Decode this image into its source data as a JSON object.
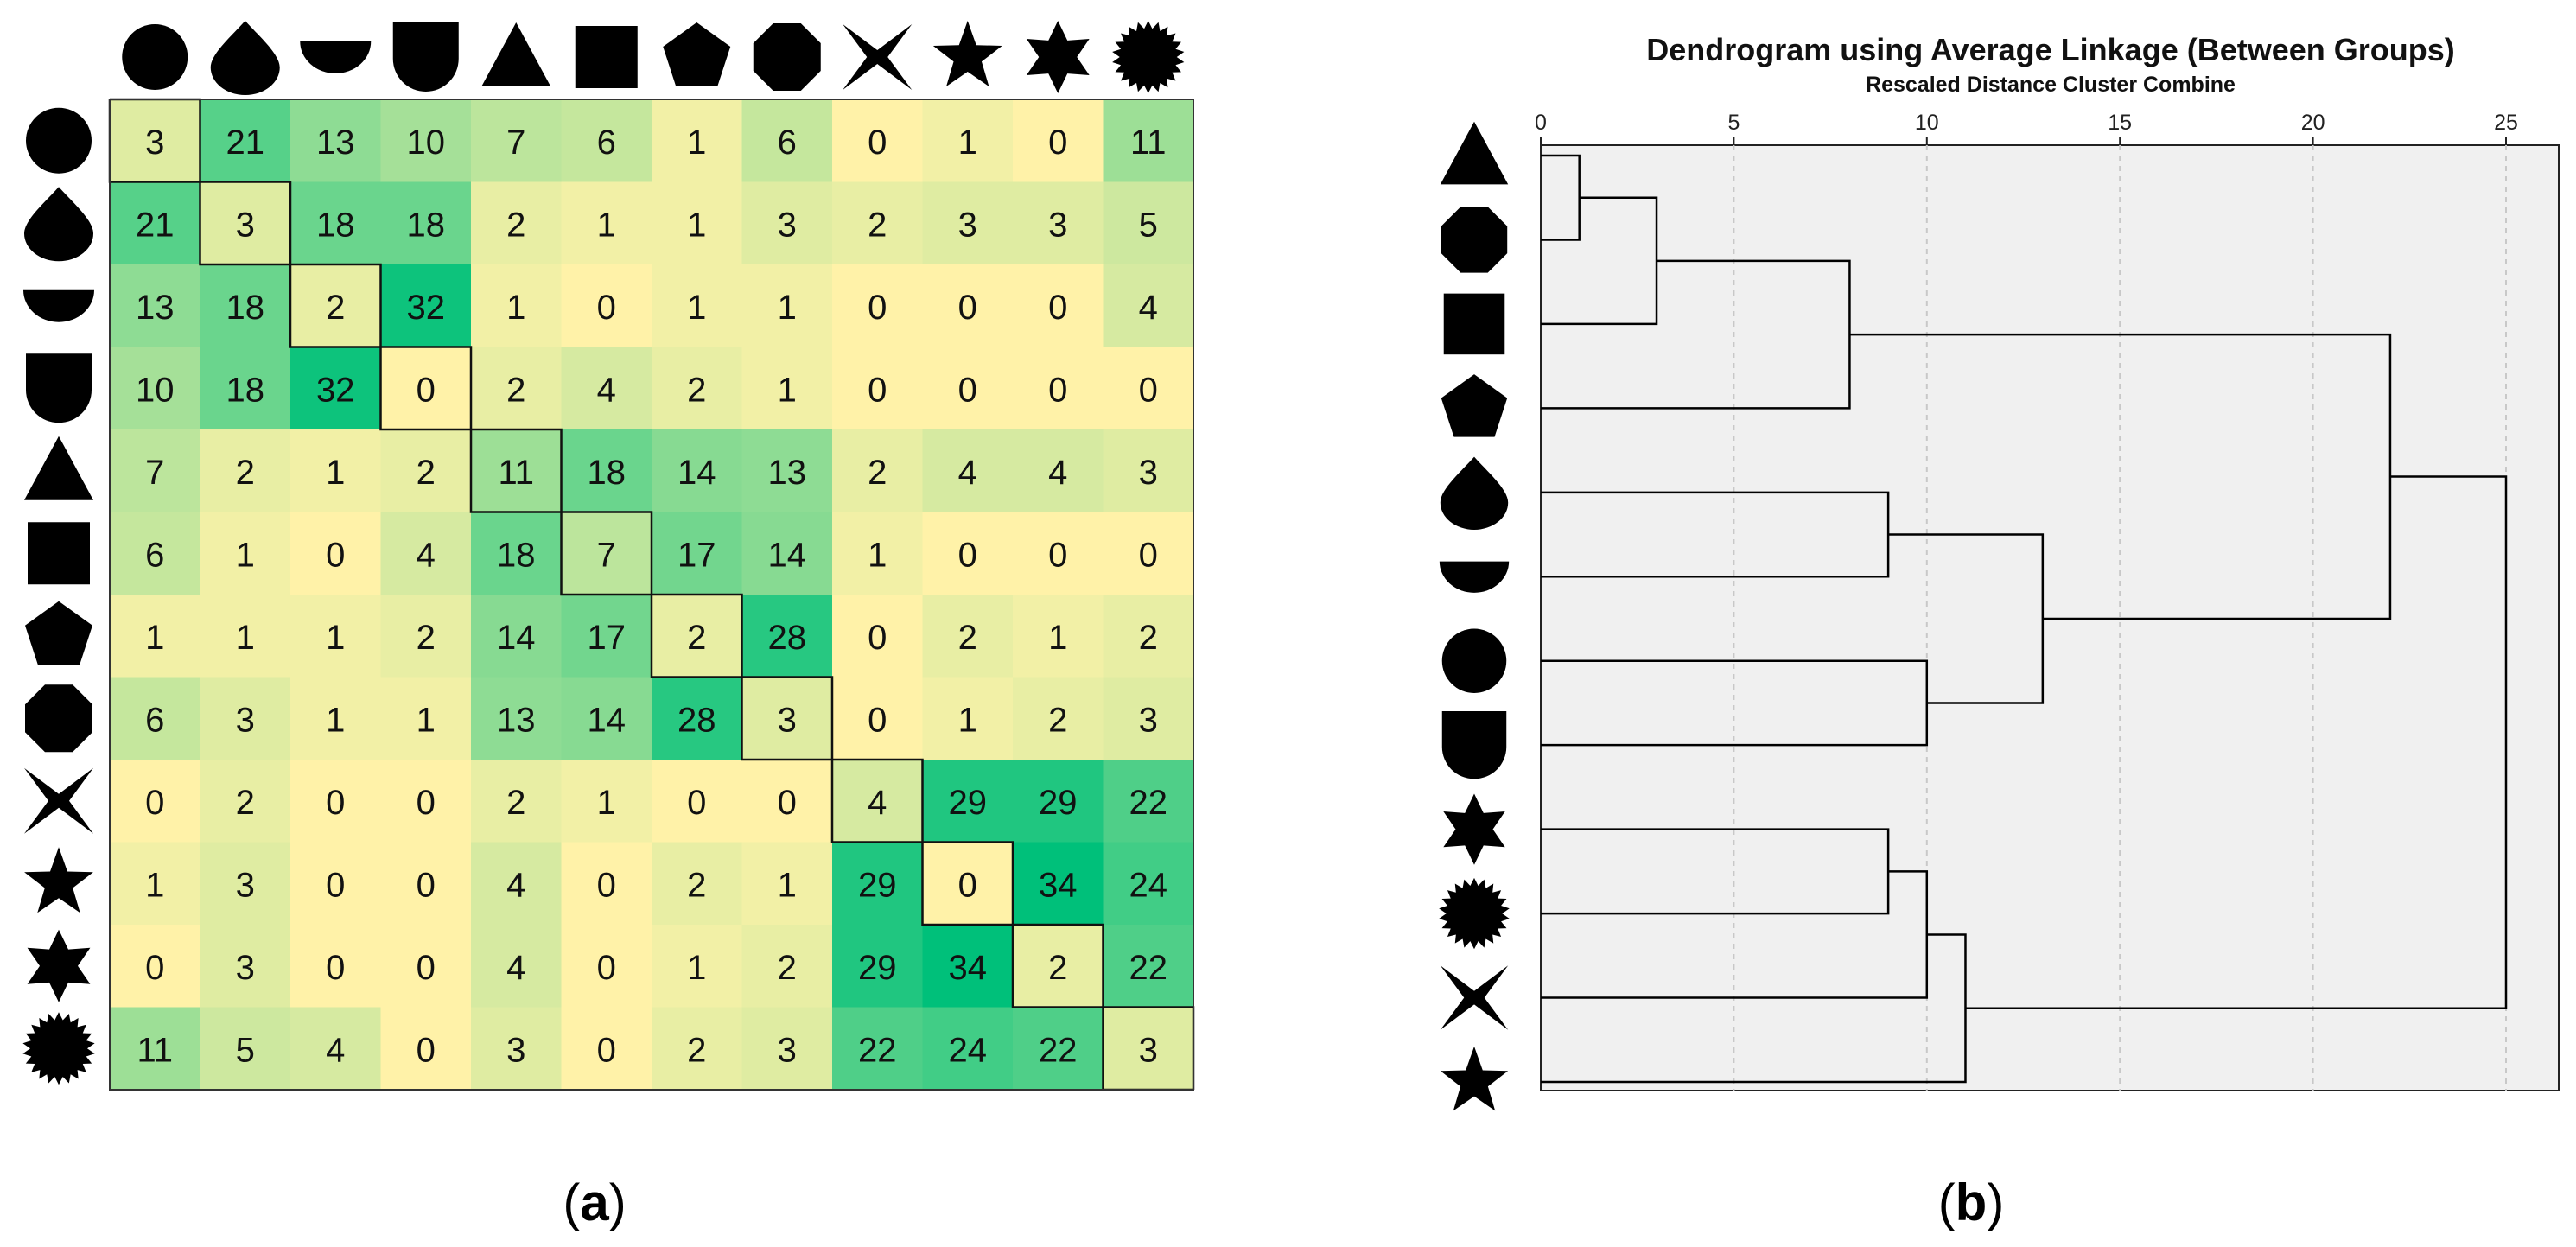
{
  "panels": {
    "a_label": "a",
    "b_label": "b",
    "paren_open": "(",
    "paren_close": ")"
  },
  "colors": {
    "low": "#fff2a8",
    "high": "#00c07a",
    "dendro_bg": "#f0f0f0",
    "line": "#000000"
  },
  "shapes": [
    "circle",
    "drop",
    "half-circle",
    "u-shape",
    "triangle",
    "square",
    "pentagon",
    "octagon",
    "x-cross",
    "star",
    "star6",
    "sunburst"
  ],
  "chart_data": [
    {
      "type": "heatmap",
      "row_labels": [
        "circle",
        "drop",
        "half-circle",
        "u-shape",
        "triangle",
        "square",
        "pentagon",
        "octagon",
        "x-cross",
        "star",
        "star6",
        "sunburst"
      ],
      "col_labels": [
        "circle",
        "drop",
        "half-circle",
        "u-shape",
        "triangle",
        "square",
        "pentagon",
        "octagon",
        "x-cross",
        "star",
        "star6",
        "sunburst"
      ],
      "values": [
        [
          3,
          21,
          13,
          10,
          7,
          6,
          1,
          6,
          0,
          1,
          0,
          11
        ],
        [
          21,
          3,
          18,
          18,
          2,
          1,
          1,
          3,
          2,
          3,
          3,
          5
        ],
        [
          13,
          18,
          2,
          32,
          1,
          0,
          1,
          1,
          0,
          0,
          0,
          4
        ],
        [
          10,
          18,
          32,
          0,
          2,
          4,
          2,
          1,
          0,
          0,
          0,
          0
        ],
        [
          7,
          2,
          1,
          2,
          11,
          18,
          14,
          13,
          2,
          4,
          4,
          3
        ],
        [
          6,
          1,
          0,
          4,
          18,
          7,
          17,
          14,
          1,
          0,
          0,
          0
        ],
        [
          1,
          1,
          1,
          2,
          14,
          17,
          2,
          28,
          0,
          2,
          1,
          2
        ],
        [
          6,
          3,
          1,
          1,
          13,
          14,
          28,
          3,
          0,
          1,
          2,
          3
        ],
        [
          0,
          2,
          0,
          0,
          2,
          1,
          0,
          0,
          4,
          29,
          29,
          22
        ],
        [
          1,
          3,
          0,
          0,
          4,
          0,
          2,
          1,
          29,
          0,
          34,
          24
        ],
        [
          0,
          3,
          0,
          0,
          4,
          0,
          1,
          2,
          29,
          34,
          2,
          22
        ],
        [
          11,
          5,
          4,
          0,
          3,
          0,
          2,
          3,
          22,
          24,
          22,
          3
        ]
      ],
      "diagonal_outlined": true,
      "value_range": [
        0,
        34
      ]
    },
    {
      "type": "dendrogram",
      "title": "Dendrogram using Average Linkage (Between Groups)",
      "subtitle": "Rescaled Distance Cluster Combine",
      "xlim": [
        0,
        25
      ],
      "ticks": [
        0,
        5,
        10,
        15,
        20,
        25
      ],
      "leaf_order": [
        "triangle",
        "octagon",
        "square",
        "pentagon",
        "drop",
        "half-circle",
        "circle",
        "u-shape",
        "star6",
        "sunburst",
        "x-cross",
        "star"
      ],
      "merges": [
        {
          "a": 0,
          "b": 1,
          "height": 1
        },
        {
          "a": 12,
          "b": 2,
          "height": 3
        },
        {
          "a": 13,
          "b": 3,
          "height": 8
        },
        {
          "a": 4,
          "b": 5,
          "height": 9
        },
        {
          "a": 6,
          "b": 7,
          "height": 10
        },
        {
          "a": 15,
          "b": 16,
          "height": 13
        },
        {
          "a": 14,
          "b": 17,
          "height": 22
        },
        {
          "a": 8,
          "b": 9,
          "height": 9
        },
        {
          "a": 19,
          "b": 10,
          "height": 10
        },
        {
          "a": 20,
          "b": 11,
          "height": 11
        },
        {
          "a": 18,
          "b": 21,
          "height": 25
        }
      ]
    }
  ]
}
